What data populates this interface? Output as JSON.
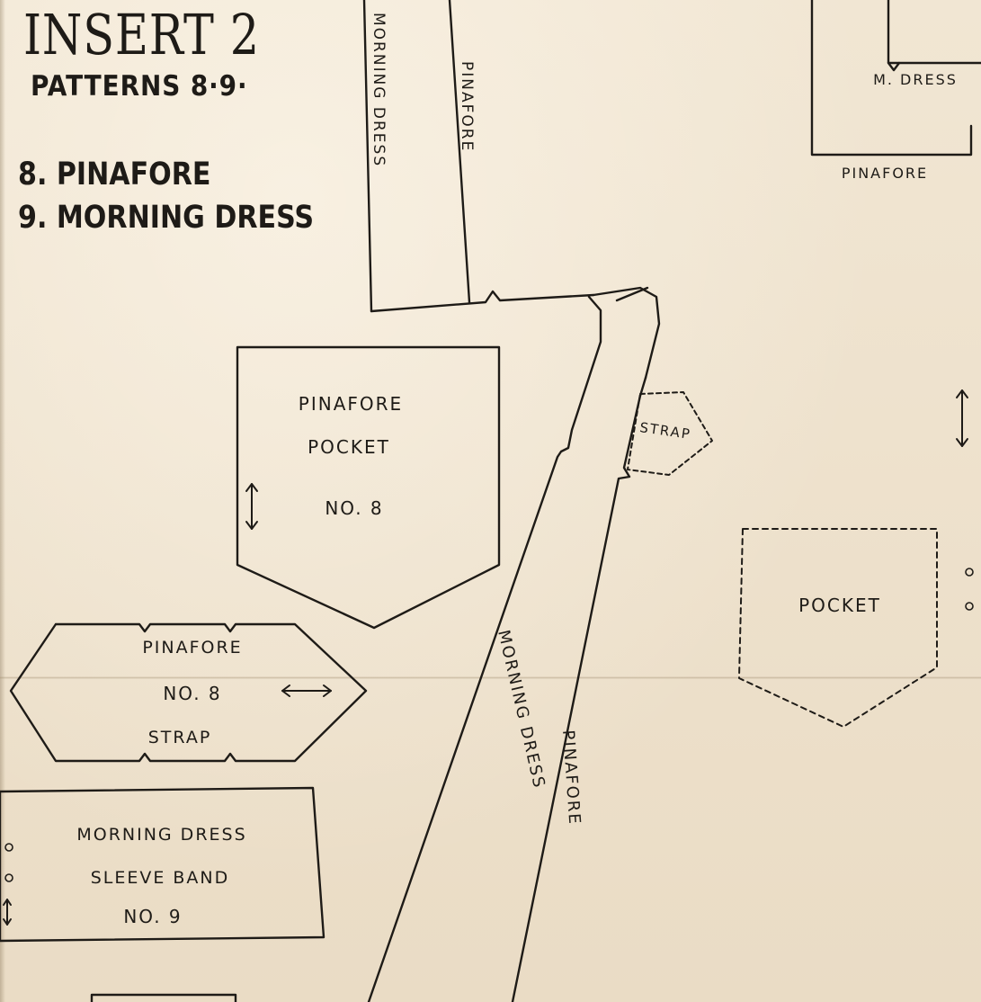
{
  "header": {
    "title": "INSERT 2",
    "subtitle": "PATTERNS 8·9·"
  },
  "legend": [
    {
      "label": "8. PINAFORE"
    },
    {
      "label": "9. MORNING DRESS"
    }
  ],
  "pieces": {
    "pinafore_pocket": [
      "PINAFORE",
      "POCKET",
      "NO. 8"
    ],
    "pinafore_strap": [
      "PINAFORE",
      "NO. 8",
      "STRAP"
    ],
    "sleeve_band": [
      "MORNING DRESS",
      "SLEEVE BAND",
      "NO. 9"
    ],
    "pocket": "POCKET",
    "strap": "STRAP",
    "m_dress": "M. DRESS",
    "pinafore_top_right": "PINAFORE",
    "vertical_morning_dress": "MORNING DRESS",
    "vertical_pinafore": "PINAFORE",
    "diagonal_morning_dress": "MORNING DRESS",
    "diagonal_pinafore": "PINAFORE"
  },
  "colors": {
    "paper": "#efe3cf",
    "ink": "#1e1b17"
  },
  "icons": [
    "grainline-arrow-icon",
    "notch-circle-icon"
  ]
}
